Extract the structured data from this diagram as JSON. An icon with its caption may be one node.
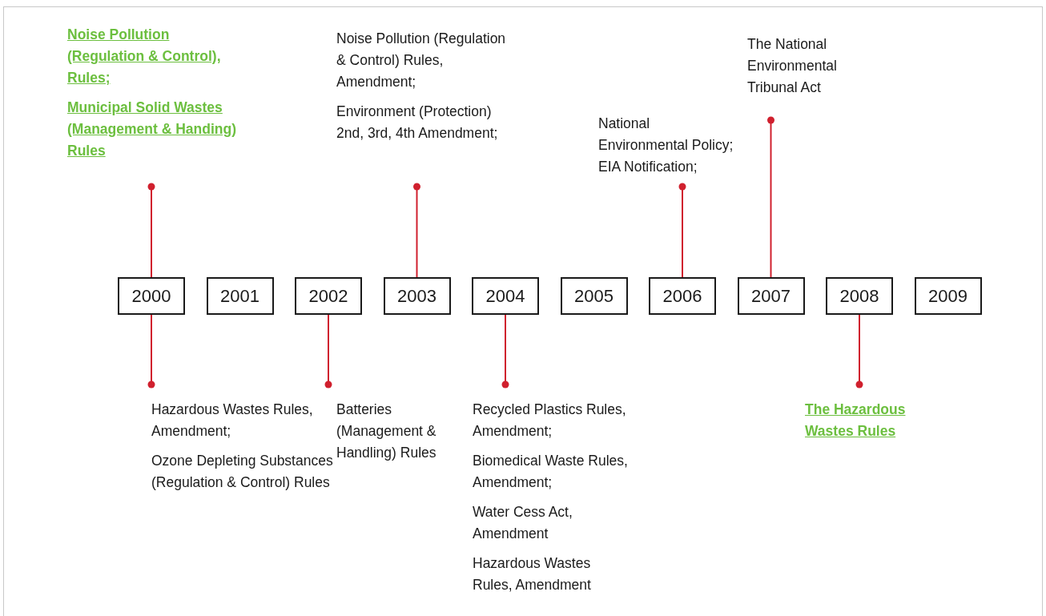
{
  "diagram": {
    "nodes": [
      {
        "text": [
          "Noise Pollution (Regulation & Control), Rules;",
          "Municipal Solid Wastes (Management & Handing) Rules"
        ]
      },
      {
        "text": [
          "Noise Pollution (Regulation & Control) Rules, Amendment;",
          "Environment (Protection) 2nd, 3rd, 4th Amendment;"
        ]
      },
      {
        "text": [
          "National Environmental Policy; EIA Notification;"
        ]
      },
      {
        "text": [
          "The National Environmental Tribunal Act"
        ]
      },
      {
        "text": [
          "2000"
        ]
      },
      {
        "text": [
          "2001"
        ]
      },
      {
        "text": [
          "2002"
        ]
      },
      {
        "text": [
          "2003"
        ]
      },
      {
        "text": [
          "2004"
        ]
      },
      {
        "text": [
          "2005"
        ]
      },
      {
        "text": [
          "2006"
        ]
      },
      {
        "text": [
          "2007"
        ]
      },
      {
        "text": [
          "2008"
        ]
      },
      {
        "text": [
          "2009"
        ]
      },
      {
        "text": [
          "Hazardous Wastes Rules, Amendment;",
          "Ozone Depleting Substances (Regulation & Control) Rules"
        ]
      },
      {
        "text": [
          "Batteries (Management & Handling) Rules"
        ]
      },
      {
        "text": [
          "Recycled Plastics Rules, Amendment;",
          "Biomedical Waste Rules, Amendment;",
          "Water Cess Act, Amendment",
          "Hazardous Wastes Rules, Amendment"
        ]
      },
      {
        "text": [
          "The Hazardous Wastes Rules"
        ]
      }
    ],
    "edges": [
      {
        "from": 4,
        "to": 0,
        "arrow": "other"
      },
      {
        "from": 7,
        "to": 1,
        "arrow": "other"
      },
      {
        "from": 10,
        "to": 2,
        "arrow": "other"
      },
      {
        "from": 11,
        "to": 3,
        "arrow": "other"
      },
      {
        "from": 4,
        "to": 14,
        "arrow": "other"
      },
      {
        "from": 6,
        "to": 15,
        "arrow": "other"
      },
      {
        "from": 8,
        "to": 16,
        "arrow": "other"
      },
      {
        "from": 12,
        "to": 17,
        "arrow": "other"
      }
    ]
  }
}
